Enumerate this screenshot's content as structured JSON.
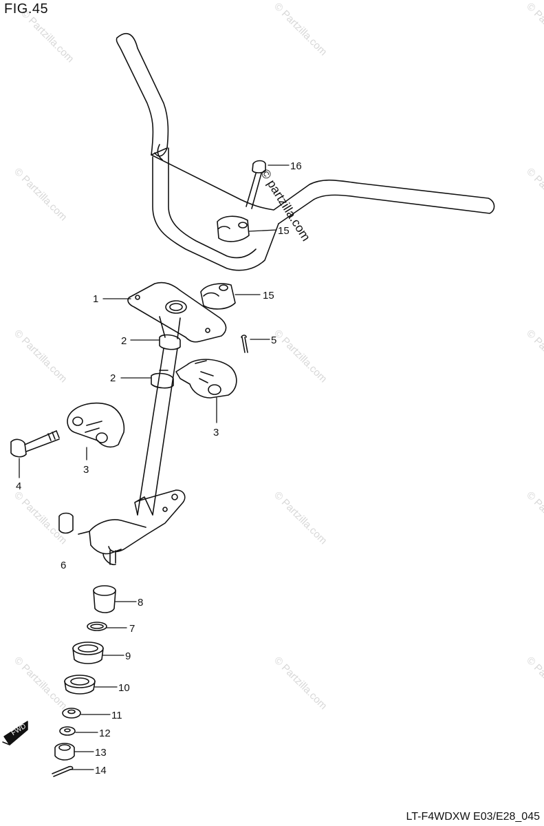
{
  "figure": {
    "title": "FIG.45",
    "model_code": "LT-F4WDXW E03/E28_045",
    "brand_text": "© partzilla.com",
    "watermark_text": "© Partzilla.com",
    "fwd_label": "FWD",
    "callouts": [
      {
        "id": "16",
        "label": "16"
      },
      {
        "id": "15a",
        "label": "15"
      },
      {
        "id": "15b",
        "label": "15"
      },
      {
        "id": "1",
        "label": "1"
      },
      {
        "id": "5",
        "label": "5"
      },
      {
        "id": "2a",
        "label": "2"
      },
      {
        "id": "2b",
        "label": "2"
      },
      {
        "id": "3a",
        "label": "3"
      },
      {
        "id": "3b",
        "label": "3"
      },
      {
        "id": "4",
        "label": "4"
      },
      {
        "id": "6",
        "label": "6"
      },
      {
        "id": "8",
        "label": "8"
      },
      {
        "id": "7",
        "label": "7"
      },
      {
        "id": "9",
        "label": "9"
      },
      {
        "id": "10",
        "label": "10"
      },
      {
        "id": "11",
        "label": "11"
      },
      {
        "id": "12",
        "label": "12"
      },
      {
        "id": "13",
        "label": "13"
      },
      {
        "id": "14",
        "label": "14"
      }
    ]
  },
  "colors": {
    "ink": "#111111",
    "watermark": "#d6d6d6",
    "paper": "#ffffff"
  }
}
